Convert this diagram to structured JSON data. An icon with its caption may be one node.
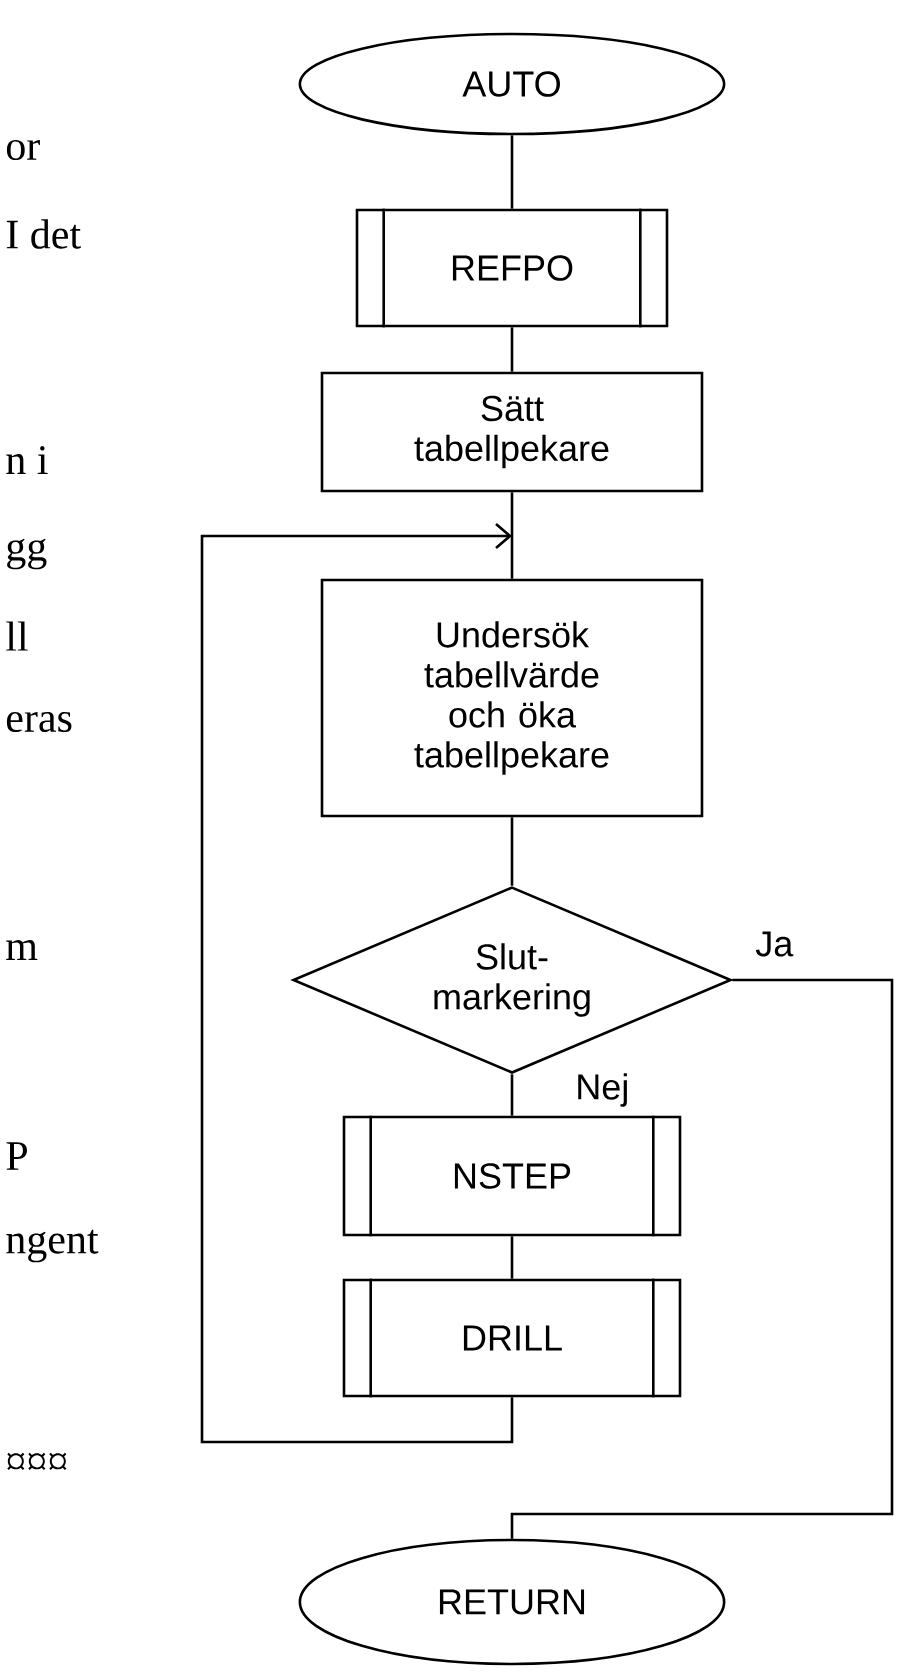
{
  "diagram": {
    "nodes": [
      {
        "text": [
          "AUTO"
        ]
      },
      {
        "text": [
          "REFPO"
        ]
      },
      {
        "text": [
          "Sätt tabellpekare"
        ]
      },
      {
        "text": [
          "Undersök tabellvärde och öka tabellpekare"
        ]
      },
      {
        "text": [
          "Slut- markering"
        ]
      },
      {
        "text": [
          "NSTEP"
        ]
      },
      {
        "text": [
          "DRILL"
        ]
      },
      {
        "text": [
          "RETURN"
        ]
      }
    ],
    "edges": [
      {
        "from": 0,
        "to": 1,
        "arrow": "none"
      },
      {
        "from": 1,
        "to": 2,
        "arrow": "none"
      },
      {
        "from": 2,
        "to": 3,
        "arrow": "none"
      },
      {
        "from": 3,
        "to": 4,
        "arrow": "none"
      },
      {
        "from": 4,
        "to": 5,
        "arrow": "none",
        "label": "Nej"
      },
      {
        "from": 5,
        "to": 6,
        "arrow": "none"
      },
      {
        "from": 6,
        "to": 3,
        "arrow": "to"
      },
      {
        "from": 4,
        "to": 7,
        "arrow": "none",
        "label": "Ja"
      }
    ],
    "labels": [
      "or",
      "I det",
      "n i",
      "gg",
      "ll",
      "eras",
      "m",
      "P",
      "ngent",
      "¤¤¤"
    ]
  }
}
